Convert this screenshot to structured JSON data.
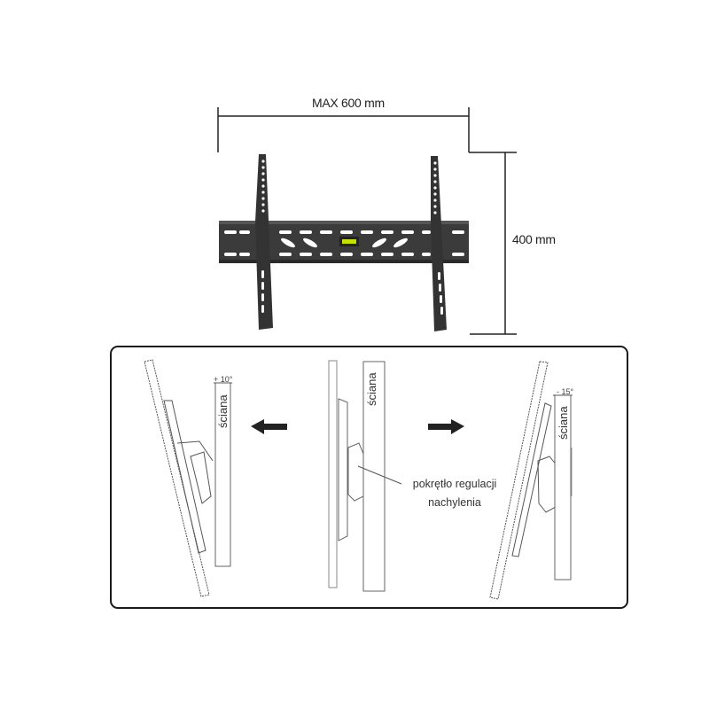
{
  "top_figure": {
    "width_label": "MAX 600 mm",
    "height_label": "400 mm",
    "bracket_color": "#3a3a3a",
    "level_color": "#c8e000"
  },
  "tilt_panel": {
    "left": {
      "angle_label": "+ 10°",
      "wall_label": "ściana",
      "arrow": "arrow-left"
    },
    "center": {
      "wall_label": "ściana",
      "callout_line1": "pokrętło regulacji",
      "callout_line2": "nachylenia"
    },
    "right": {
      "angle_label": "- 15°",
      "wall_label": "ściana",
      "arrow": "arrow-right"
    }
  }
}
